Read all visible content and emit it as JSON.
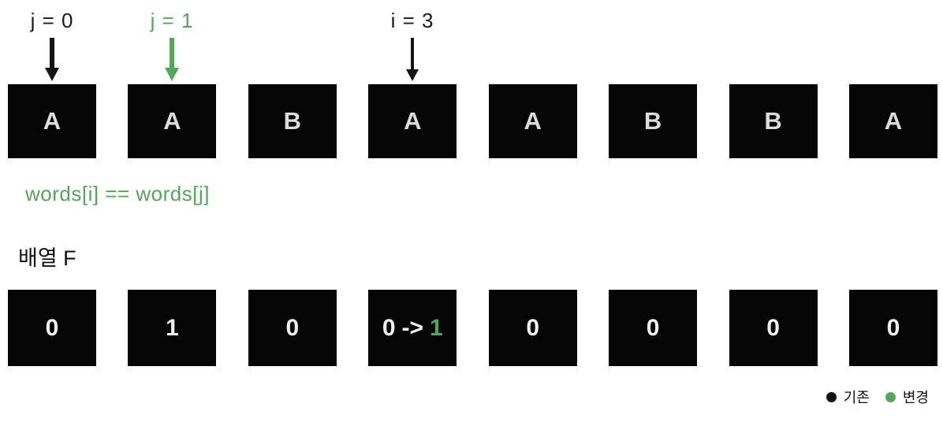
{
  "colors": {
    "green": "#53a857",
    "black": "#141414",
    "box_background": "#050505",
    "letter_text": "#dcdcdc",
    "value_text": "#f0f0f0"
  },
  "pointers": [
    {
      "label": "j = 0",
      "color": "black",
      "column": 0,
      "style": "thick"
    },
    {
      "label": "j = 1",
      "color": "green",
      "column": 1,
      "style": "thick"
    },
    {
      "label": "i = 3",
      "color": "black",
      "column": 3,
      "style": "thin"
    }
  ],
  "words_array": {
    "cells": [
      "A",
      "A",
      "B",
      "A",
      "A",
      "B",
      "B",
      "A"
    ]
  },
  "condition": {
    "text": "words[i] == words[j]"
  },
  "f_array": {
    "label": "배열 F",
    "cells": [
      "0",
      "1",
      "0",
      "",
      "0",
      "0",
      "0",
      "0"
    ],
    "changed_cell": {
      "index": 3,
      "old_value": "0",
      "arrow": "->",
      "new_value": "1"
    }
  },
  "legend": {
    "items": [
      {
        "label": "기존",
        "color": "#141414"
      },
      {
        "label": "변경",
        "color": "#53a857"
      }
    ]
  }
}
